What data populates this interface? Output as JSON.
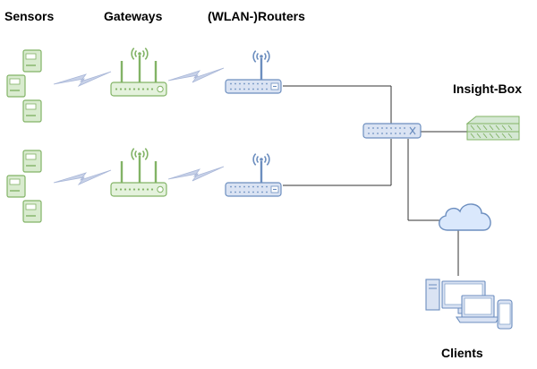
{
  "headers": {
    "sensors": "Sensors",
    "gateways": "Gateways",
    "routers": "(WLAN-)Routers",
    "insight_box": "Insight-Box",
    "clients": "Clients"
  },
  "colors": {
    "sensor_fill": "#d9ebcf",
    "sensor_stroke": "#82b366",
    "gateway_fill": "#e4f2dc",
    "gateway_stroke": "#82b366",
    "router_fill": "#dae3f3",
    "router_stroke": "#6c8ebf",
    "signal_green": "#82b366",
    "signal_blue": "#6c8ebf",
    "link_line": "#333333",
    "wireless_bolt": "#c7d1e8",
    "cloud_fill": "#dae8fc",
    "cloud_stroke": "#6c8ebf",
    "client_fill": "#dae3f3",
    "client_stroke": "#6c8ebf",
    "insight_fill": "#d5e8d4",
    "insight_stroke": "#82b366"
  },
  "icons": {
    "sensor": "sensor-icon",
    "gateway": "gateway-icon",
    "router": "router-icon",
    "switch": "switch-icon",
    "insight_box": "server-icon",
    "cloud": "cloud-icon",
    "clients": "clients-icon",
    "wireless_link": "wireless-link-icon"
  }
}
